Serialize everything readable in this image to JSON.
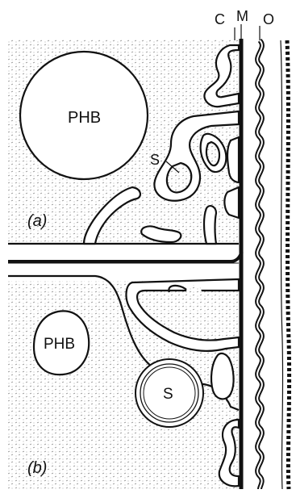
{
  "labels": {
    "cell_wall": "C",
    "membrane": "M",
    "outer": "O",
    "phb_a": "PHB",
    "phb_b": "PHB",
    "s_a": "S",
    "s_b": "S",
    "panel_a": "(a)",
    "panel_b": "(b)"
  },
  "colors": {
    "ink": "#111111",
    "stipple": "#8a8a8a",
    "background": "#ffffff"
  }
}
